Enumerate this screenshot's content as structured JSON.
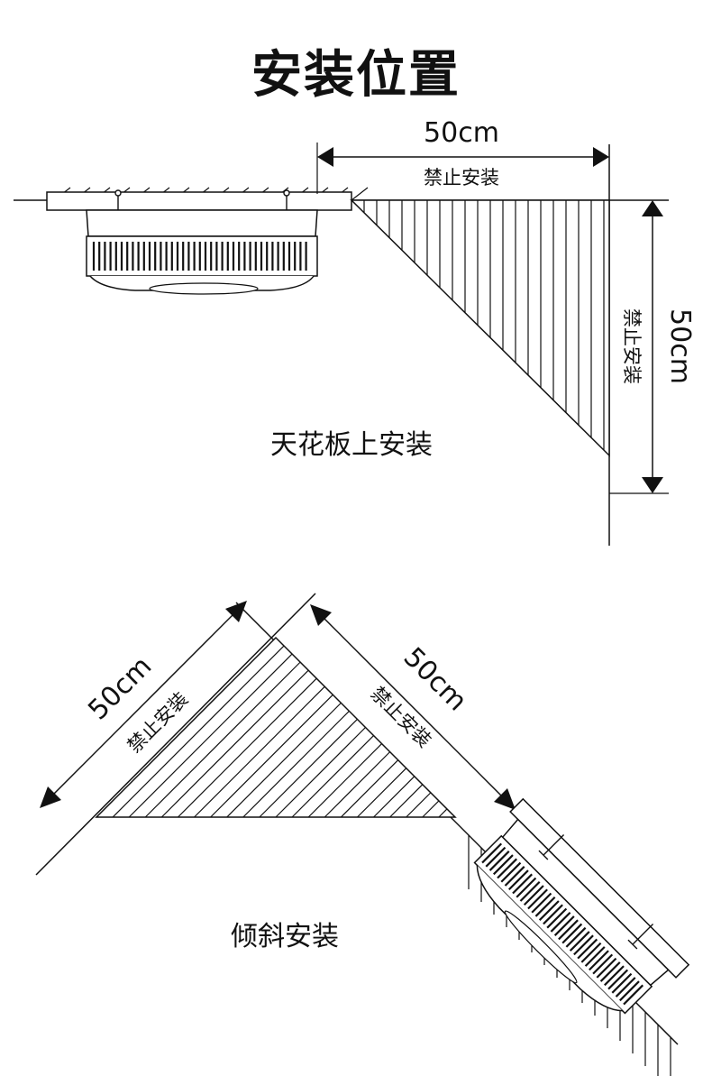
{
  "title": "安装位置",
  "ceiling": {
    "caption": "天花板上安装",
    "horizontal_distance": "50cm",
    "horizontal_warning": "禁止安装",
    "vertical_distance": "50cm",
    "vertical_warning": "禁止安装"
  },
  "sloped": {
    "caption": "倾斜安装",
    "left_distance": "50cm",
    "left_warning": "禁止安装",
    "right_distance": "50cm",
    "right_warning": "禁止安装"
  },
  "colors": {
    "line": "#111111",
    "fill": "#ffffff",
    "shade": "#f2f2f2"
  }
}
